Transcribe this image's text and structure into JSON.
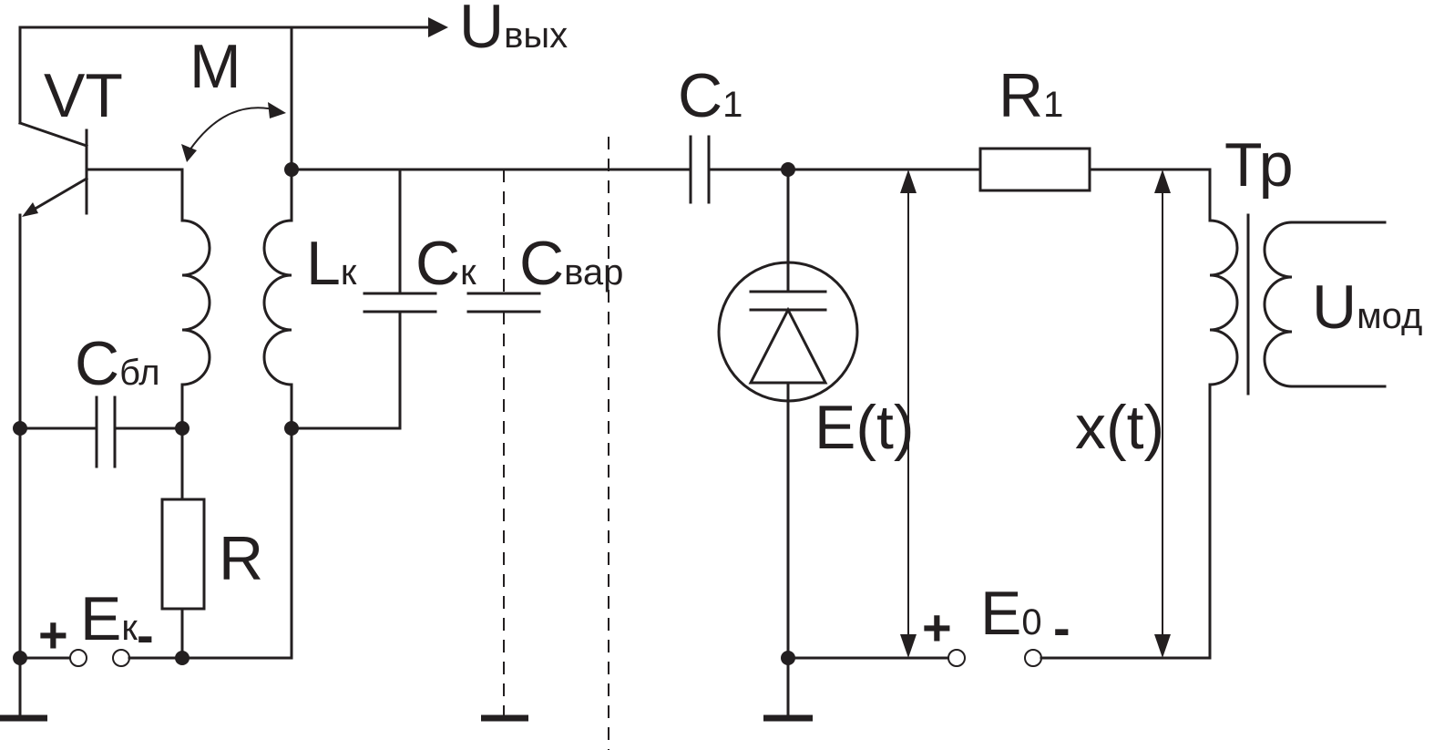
{
  "labels": {
    "output": {
      "main": "U",
      "sub": "вых"
    },
    "transistor": "VT",
    "mutual_inductance": "M",
    "coupling_capacitor": {
      "main": "C",
      "sub": "1"
    },
    "resistor_r1": {
      "main": "R",
      "sub": "1"
    },
    "transformer": "Тр",
    "loop_inductor": {
      "main": "L",
      "sub": "к"
    },
    "loop_capacitor": {
      "main": "C",
      "sub": "к"
    },
    "varactor_capacitance": {
      "main": "C",
      "sub": "вар"
    },
    "blocking_capacitor": {
      "main": "C",
      "sub": "бл"
    },
    "resistor_r": "R",
    "collector_supply": {
      "main": "E",
      "sub": "к"
    },
    "bias_source": {
      "main": "E",
      "sub": "0"
    },
    "modulating_voltage": {
      "main": "U",
      "sub": "мод"
    },
    "varactor_voltage": "E(t)",
    "modulating_signal": "x(t)",
    "plus": "+",
    "minus": "-"
  }
}
